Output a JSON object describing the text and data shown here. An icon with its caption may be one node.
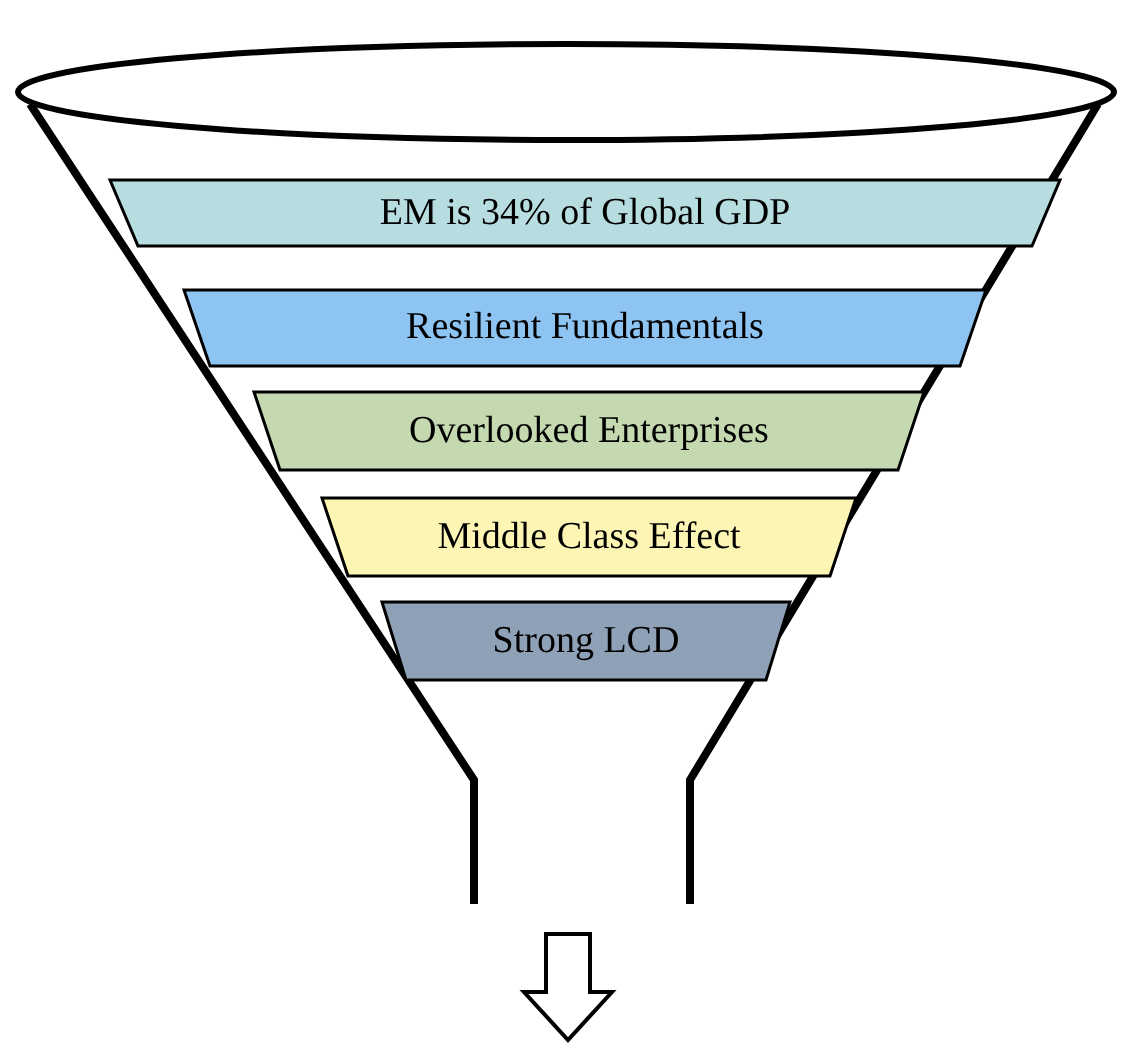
{
  "diagram": {
    "nodes": [
      {
        "text": [
          "EM is 34% of Global GDP"
        ]
      },
      {
        "text": [
          "Resilient Fundamentals"
        ]
      },
      {
        "text": [
          "Overlooked Enterprises"
        ]
      },
      {
        "text": [
          "Middle Class Effect"
        ]
      },
      {
        "text": [
          "Strong LCD"
        ]
      }
    ]
  }
}
